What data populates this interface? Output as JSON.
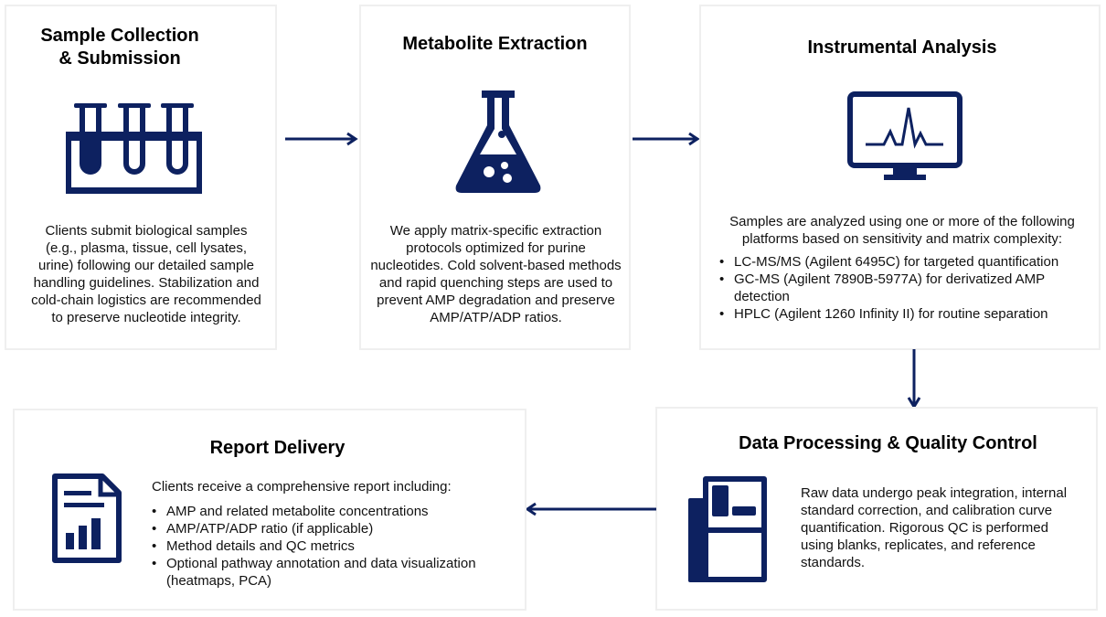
{
  "colors": {
    "accent": "#0d2160"
  },
  "steps": [
    {
      "title_line1": "Sample Collection",
      "title_line2": "& Submission",
      "icon": "test-tubes-icon",
      "text": "Clients submit biological samples (e.g., plasma, tissue, cell lysates, urine) following our detailed sample handling guidelines. Stabilization and cold-chain logistics are recommended to preserve nucleotide integrity."
    },
    {
      "title": "Metabolite Extraction",
      "icon": "flask-icon",
      "text": "We apply matrix-specific extraction protocols optimized for purine nucleotides. Cold solvent-based methods and rapid quenching steps are used to prevent AMP degradation and preserve AMP/ATP/ADP ratios."
    },
    {
      "title": "Instrumental Analysis",
      "icon": "monitor-chromatogram-icon",
      "intro": "Samples are analyzed using one or more of the following platforms based on sensitivity and matrix complexity:",
      "items": [
        "LC-MS/MS (Agilent 6495C) for targeted quantification",
        "GC-MS (Agilent 7890B-5977A) for derivatized AMP detection",
        "HPLC (Agilent 1260 Infinity II) for routine separation"
      ]
    },
    {
      "title": "Data Processing & Quality Control",
      "icon": "instrument-icon",
      "text": "Raw data undergo peak integration, internal standard correction, and calibration curve quantification. Rigorous QC is performed using blanks, replicates, and reference standards."
    },
    {
      "title": "Report Delivery",
      "icon": "report-chart-icon",
      "intro": "Clients receive a comprehensive report including:",
      "items": [
        "AMP and related metabolite concentrations",
        "AMP/ATP/ADP ratio (if applicable)",
        "Method details and QC metrics",
        "Optional pathway annotation and data visualization (heatmaps, PCA)"
      ]
    }
  ]
}
